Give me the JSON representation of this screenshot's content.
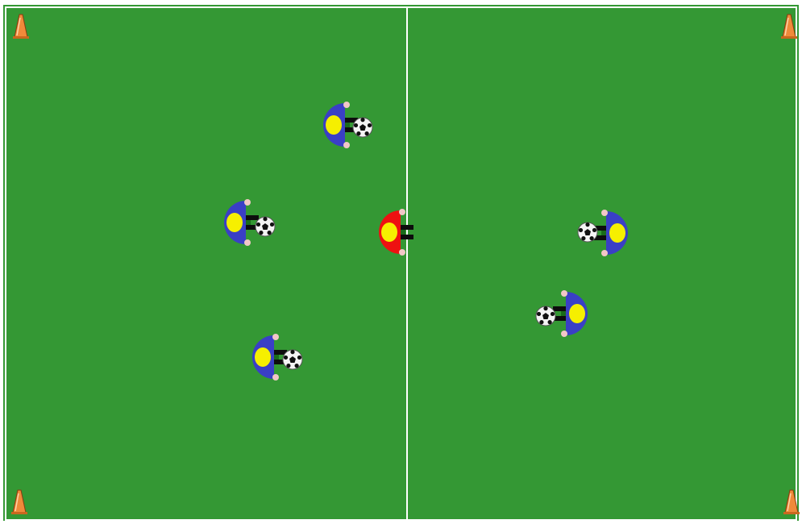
{
  "colors": {
    "grass": "#349834",
    "lines": "#ffffff",
    "team_blue": "#3a3fc6",
    "team_red": "#ee1111",
    "head": "#f6ef00",
    "cone": "#f08a3a",
    "ball_white": "#f4f4f4",
    "ball_black": "#111111",
    "skin": "#f2c7c7"
  },
  "cones": [
    {
      "name": "cone-top-left"
    },
    {
      "name": "cone-top-right"
    },
    {
      "name": "cone-bottom-left"
    },
    {
      "name": "cone-bottom-right"
    }
  ],
  "players": [
    {
      "name": "player-blue-1",
      "team": "blue",
      "facing": "right",
      "has_ball": true
    },
    {
      "name": "player-blue-2",
      "team": "blue",
      "facing": "right",
      "has_ball": true
    },
    {
      "name": "player-blue-3",
      "team": "blue",
      "facing": "right",
      "has_ball": true
    },
    {
      "name": "player-red-1",
      "team": "red",
      "facing": "right",
      "has_ball": false
    },
    {
      "name": "player-blue-4",
      "team": "blue",
      "facing": "left",
      "has_ball": true
    },
    {
      "name": "player-blue-5",
      "team": "blue",
      "facing": "left",
      "has_ball": true
    }
  ]
}
